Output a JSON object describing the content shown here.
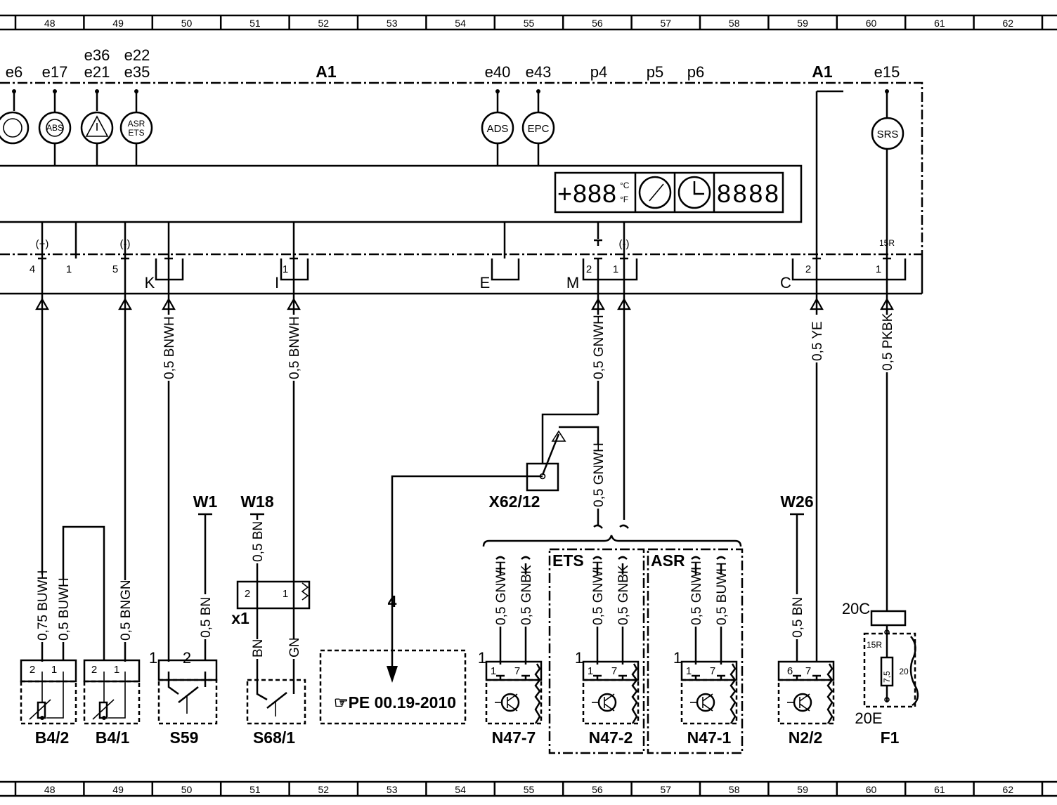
{
  "grid": {
    "columns": [
      "48",
      "49",
      "50",
      "51",
      "52",
      "53",
      "54",
      "55",
      "56",
      "57",
      "58",
      "59",
      "60",
      "61",
      "62"
    ]
  },
  "instrument_cluster": {
    "label": "A1",
    "label_right": "A1",
    "lamp_refs": [
      "e6",
      "e17",
      "e36",
      "e21",
      "e22",
      "e35",
      "e40",
      "e43",
      "p4",
      "p5",
      "p6",
      "e15"
    ],
    "lamps": {
      "abs": "ABS",
      "asr_line1": "ASR",
      "asr_line2": "ETS",
      "ads": "ADS",
      "epc": "EPC",
      "srs": "SRS"
    },
    "display": {
      "temp": "+888",
      "unit_c": "°C",
      "unit_f": "°F",
      "digits": "8888"
    }
  },
  "connectors": {
    "plus": "(+)",
    "minus": "(-)",
    "minus2": "(-)",
    "pin_4": "4",
    "pin_1": "1",
    "pin_5": "5",
    "k": "K",
    "i": "I",
    "i_pin": "1",
    "e": "E",
    "m": "M",
    "m_pin2": "2",
    "m_pin1": "1",
    "c": "C",
    "c_pin2": "2",
    "c_pin1": "1",
    "r15": "15R"
  },
  "wires": {
    "k": "0,5  BNWH",
    "i": "0,5  BNWH",
    "m": "0,5  GNWH",
    "m2": "0,5  GNWH",
    "c": "0,5  YE",
    "r15": "0,5  PKBK",
    "b42_a": "0,75  BUWH",
    "b42_b": "0,5  BUWH",
    "b41": "0,5  BNGN",
    "s59": "0,5  BN",
    "w18": "0,5  BN",
    "s68_bn": "BN",
    "s68_gn": "GN",
    "n477_a": "0,5  GNWH",
    "n477_b": "0,5  GNBK",
    "n472_a": "0,5  GNWH",
    "n472_b": "0,5  GNBK",
    "n471_a": "0,5  GNWH",
    "n471_b": "0,5  BUWH",
    "n22": "0,5  BN"
  },
  "grounds": {
    "w1": "W1",
    "w18": "W18",
    "w26": "W26"
  },
  "components": {
    "b42": "B4/2",
    "b41": "B4/1",
    "s59": "S59",
    "s681": "S68/1",
    "x6212": "X62/12",
    "n477": "N47-7",
    "n472": "N47-2",
    "n471": "N47-1",
    "n22": "N2/2",
    "f1": "F1",
    "x1": "x1",
    "ets": "ETS",
    "asr": "ASR",
    "ref_num": "4",
    "ref_text": "☞PE  00.19-2010"
  },
  "pins": {
    "two": "2",
    "one": "1",
    "seven": "7",
    "six": "6"
  },
  "fuse": {
    "top": "20C",
    "bottom": "20E",
    "rating": "7,5",
    "r": "15R",
    "n": "20"
  }
}
